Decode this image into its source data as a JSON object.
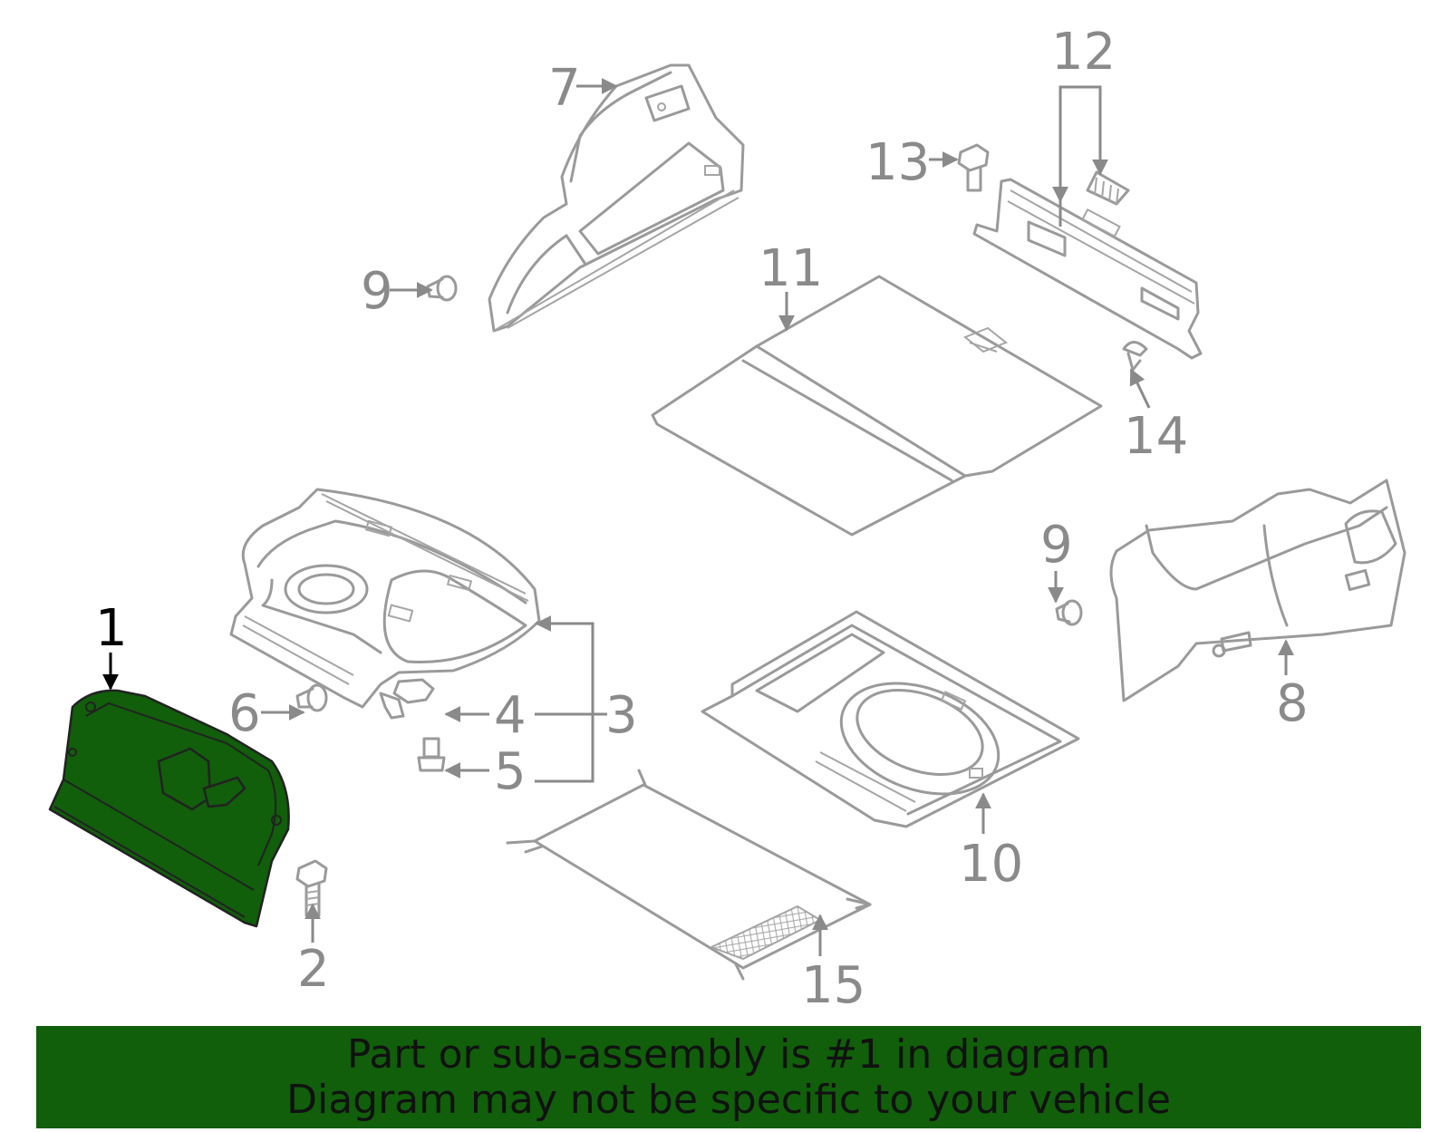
{
  "colors": {
    "highlight": "#115e0b",
    "callout_text": "#8a8a8a",
    "part_stroke": "#9a9a9a",
    "active_callout": "#000000"
  },
  "highlighted_part": "1",
  "callouts": {
    "c1": "1",
    "c2": "2",
    "c3": "3",
    "c4": "4",
    "c5": "5",
    "c6": "6",
    "c7": "7",
    "c8": "8",
    "c9a": "9",
    "c9b": "9",
    "c10": "10",
    "c11": "11",
    "c12": "12",
    "c13": "13",
    "c14": "14",
    "c15": "15"
  },
  "banner": {
    "line1": "Part or sub-assembly is #1 in diagram",
    "line2": "Diagram may not be specific to your vehicle"
  }
}
